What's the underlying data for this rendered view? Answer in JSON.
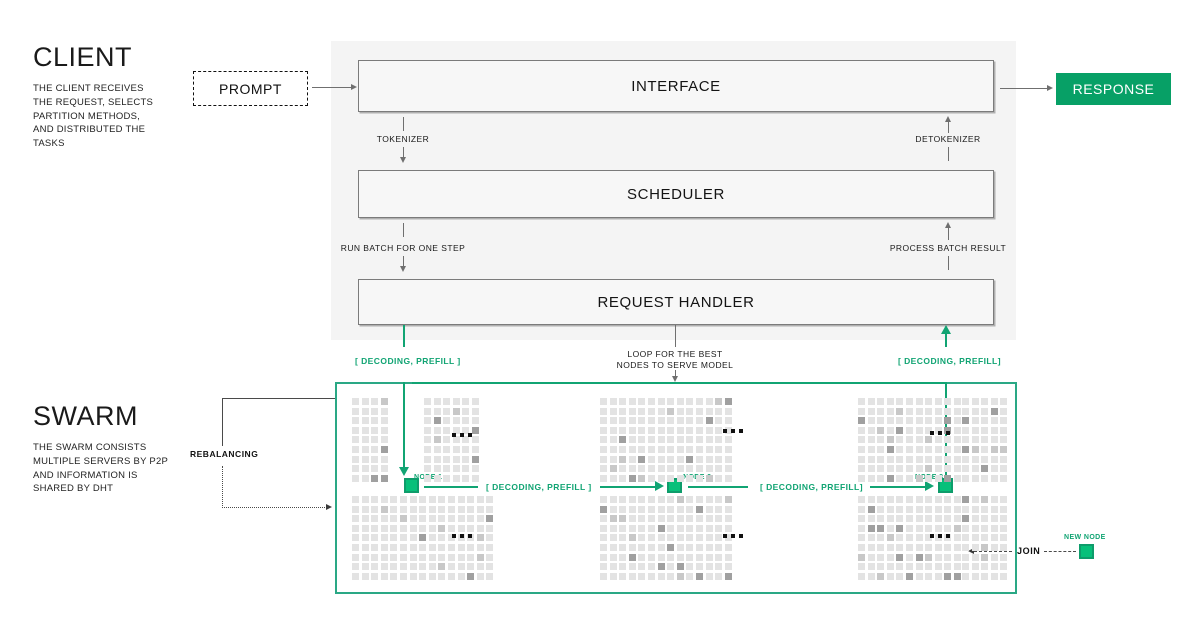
{
  "sections": {
    "client": {
      "title": "CLIENT",
      "description": "THE CLIENT RECEIVES THE REQUEST, SELECTS PARTITION METHODS, AND DISTRIBUTED THE TASKS"
    },
    "swarm": {
      "title": "SWARM",
      "description": "THE SWARM CONSISTS MULTIPLE SERVERS BY P2P AND INFORMATION IS SHARED BY DHT"
    }
  },
  "client_flow": {
    "prompt": "PROMPT",
    "response": "RESPONSE",
    "stages": [
      {
        "name": "INTERFACE"
      },
      {
        "name": "SCHEDULER"
      },
      {
        "name": "REQUEST HANDLER"
      }
    ],
    "connectors": {
      "tokenizer": "TOKENIZER",
      "detokenizer": "DETOKENIZER",
      "run_batch": "RUN BATCH FOR ONE STEP",
      "process_batch": "PROCESS BATCH RESULT",
      "loop_line1": "LOOP FOR THE BEST",
      "loop_line2": "NODES TO SERVE MODEL",
      "decoding_prefill_left": "[ DECODING, PREFILL ]",
      "decoding_prefill_right": "[ DECODING, PREFILL]"
    }
  },
  "swarm_flow": {
    "nodes": [
      {
        "label": "NODE 1"
      },
      {
        "label": "NODE 2"
      },
      {
        "label": "NODE 3"
      }
    ],
    "hops": [
      {
        "label": "[ DECODING, PREFILL ]"
      },
      {
        "label": "[ DECODING, PREFILL]"
      }
    ],
    "rebalancing": "REBALANCING",
    "join": "JOIN",
    "new_node": "NEW NODE"
  },
  "colors": {
    "accent_green": "#07a066",
    "node_green": "#07c07a",
    "panel_gray": "#f4f4f4",
    "box_gray": "#f7f7f7",
    "line_gray": "#6f6f6f",
    "grid_light": "#e3e3e3",
    "grid_dark": "#a0a0a0"
  }
}
